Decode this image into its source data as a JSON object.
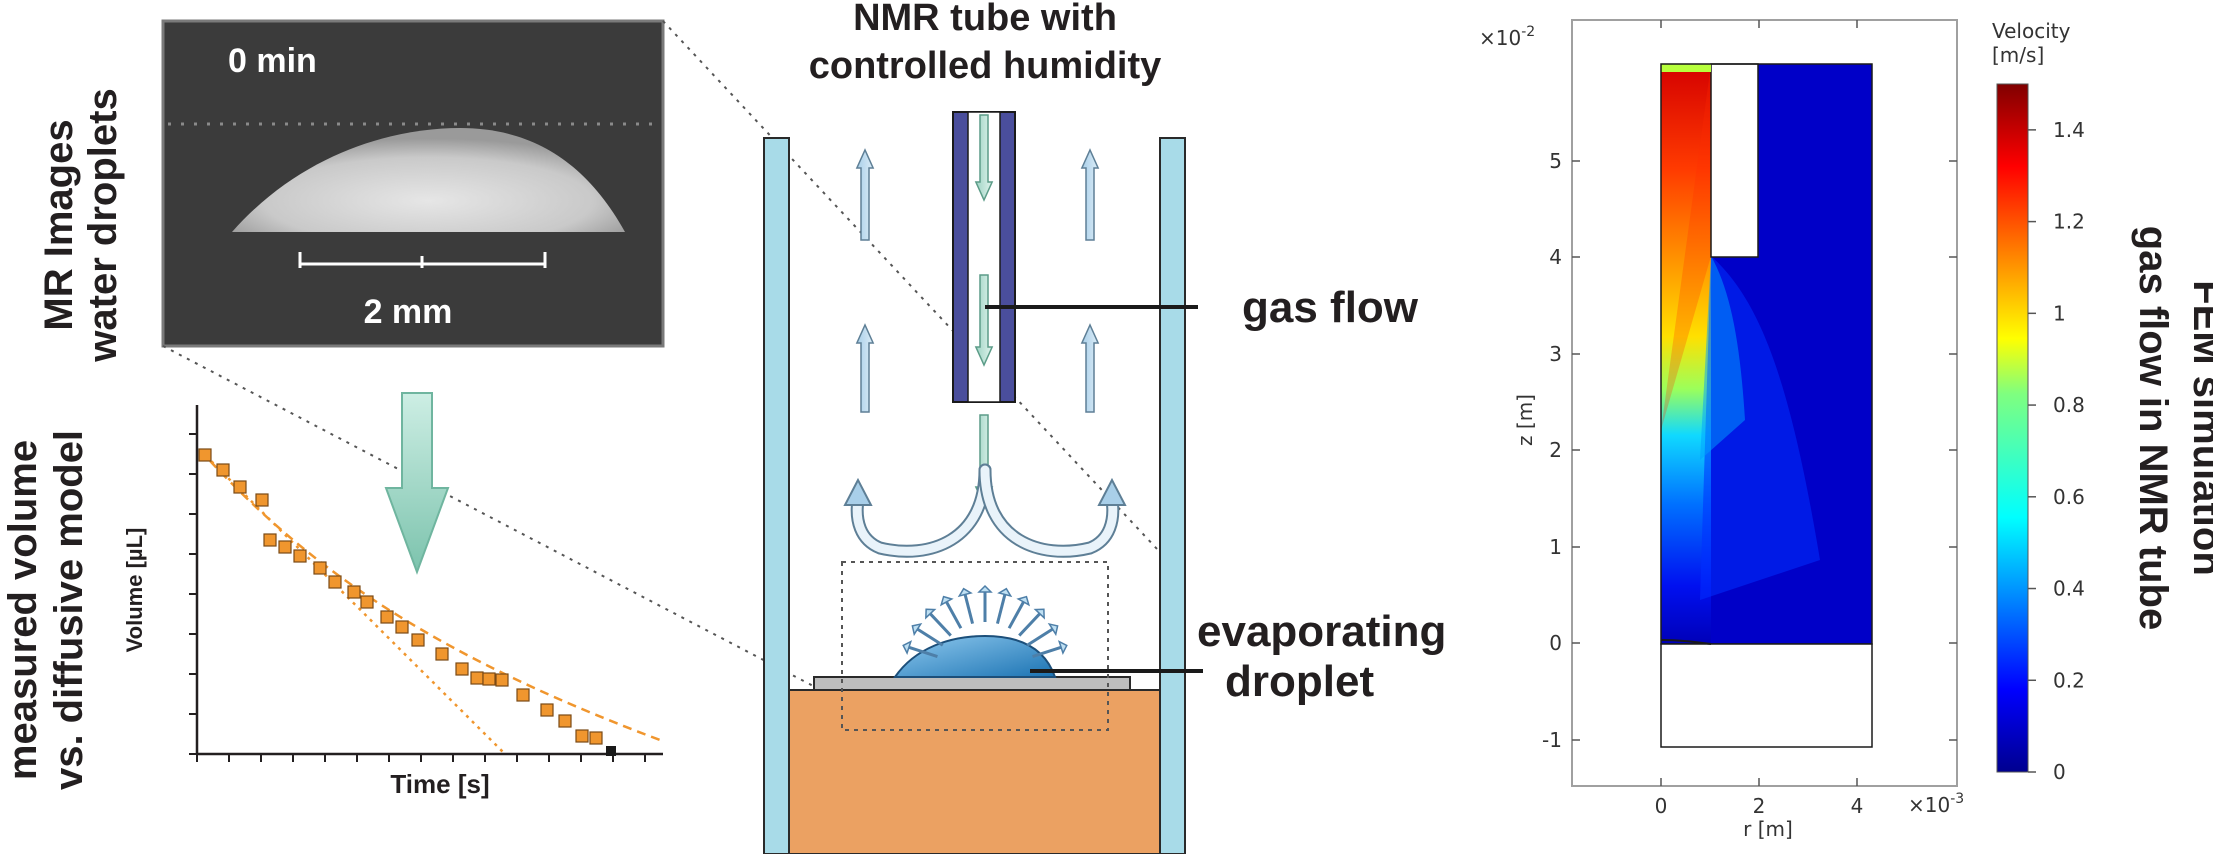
{
  "mr_panel": {
    "side_title_line1": "MR Images",
    "side_title_line2": "water droplets",
    "time_label": "0 min",
    "scale_label": "2 mm"
  },
  "volume_panel": {
    "side_title_line1": "measured volume",
    "side_title_line2": "vs. diffusive model",
    "ylabel": "Volume [µL]",
    "xlabel": "Time [s]"
  },
  "setup": {
    "title_line1": "NMR tube with",
    "title_line2": "controlled humidity",
    "gas_flow_label": "gas flow",
    "droplet_label_line1": "evaporating",
    "droplet_label_line2": "droplet"
  },
  "fem_panel": {
    "side_title_line1": "FEM simulation",
    "side_title_line2": "gas flow in NMR tube",
    "z_multiplier": "×10",
    "z_multiplier_exp": "-2",
    "r_multiplier": "×10",
    "r_multiplier_exp": "-3",
    "xlabel": "r [m]",
    "ylabel": "z [m]",
    "x_ticks": [
      "0",
      "2",
      "4"
    ],
    "y_ticks": [
      "5",
      "4",
      "3",
      "2",
      "1",
      "0",
      "-1"
    ],
    "colorbar_title_line1": "Velocity",
    "colorbar_title_line2": "[m/s]",
    "colorbar_ticks": [
      "1.4",
      "1.2",
      "1",
      "0.8",
      "0.6",
      "0.4",
      "0.2",
      "0"
    ],
    "colors": [
      "#00008f",
      "#0000ff",
      "#00ffff",
      "#ffff00",
      "#ff0000",
      "#800000"
    ]
  }
}
